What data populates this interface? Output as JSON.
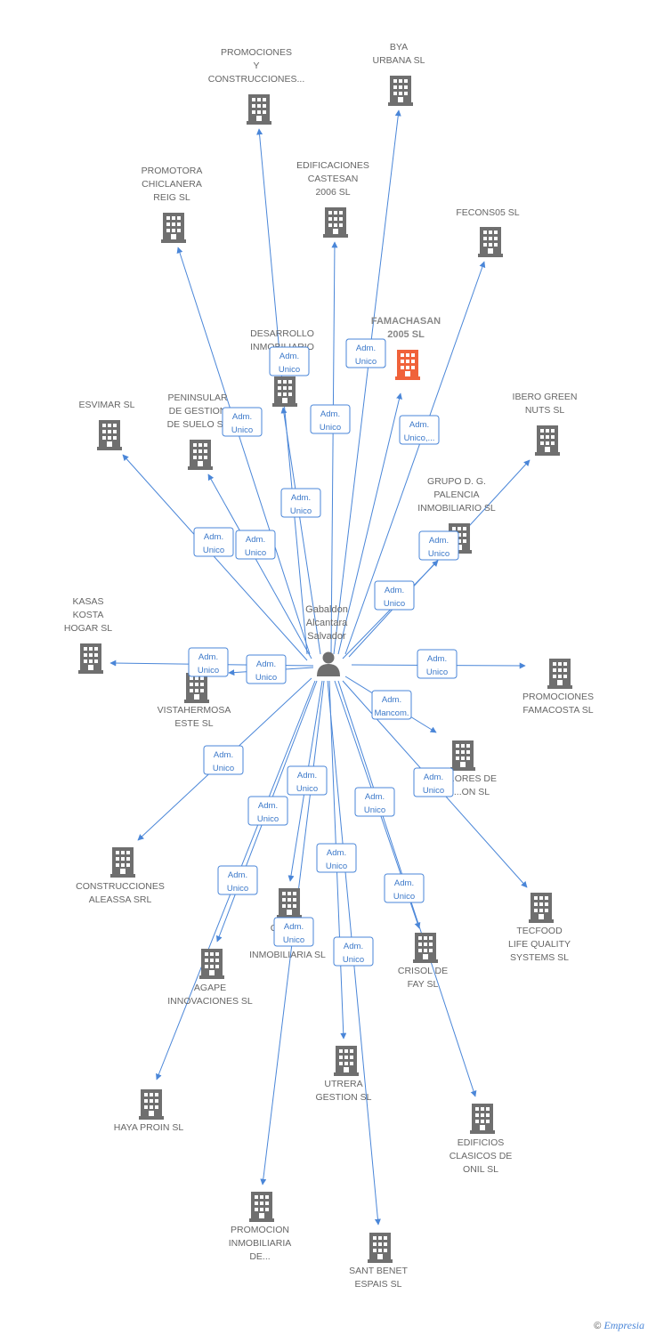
{
  "person": {
    "lines": [
      "Gabaldon",
      "Alcantara",
      "Salvador"
    ]
  },
  "companies": [
    {
      "id": "promociones-construcciones",
      "lines": [
        "PROMOCIONES",
        "Y",
        "CONSTRUCCIONES..."
      ]
    },
    {
      "id": "bya-urbana",
      "lines": [
        "BYA",
        "URBANA SL"
      ]
    },
    {
      "id": "promotora-chiclanera",
      "lines": [
        "PROMOTORA",
        "CHICLANERA",
        "REIG SL"
      ]
    },
    {
      "id": "edificaciones-castesan",
      "lines": [
        "EDIFICACIONES",
        "CASTESAN",
        "2006 SL"
      ]
    },
    {
      "id": "fecons05",
      "lines": [
        "FECONS05 SL"
      ]
    },
    {
      "id": "famachasan",
      "lines": [
        "FAMACHASAN",
        "2005 SL"
      ],
      "highlight": true
    },
    {
      "id": "desarrollo-inmobiliario",
      "lines": [
        "DESARROLLO",
        "INMOBILIARIO",
        "LEO..."
      ]
    },
    {
      "id": "esvimar",
      "lines": [
        "ESVIMAR SL"
      ]
    },
    {
      "id": "peninsular-gestion",
      "lines": [
        "PENINSULAR",
        "DE GESTION",
        "DE SUELO SL"
      ]
    },
    {
      "id": "ibero-green",
      "lines": [
        "IBERO GREEN",
        "NUTS SL"
      ]
    },
    {
      "id": "grupo-dg-palencia",
      "lines": [
        "GRUPO D. G.",
        "PALENCIA",
        "INMOBILIARIO SL"
      ]
    },
    {
      "id": "kasas-kosta",
      "lines": [
        "KASAS",
        "KOSTA",
        "HOGAR SL"
      ]
    },
    {
      "id": "vistahermosa",
      "lines": [
        "VISTAHERMOSA",
        "ESTE SL"
      ]
    },
    {
      "id": "promociones-famacosta",
      "lines": [
        "PROMOCIONES",
        "FAMACOSTA SL"
      ]
    },
    {
      "id": "constructores",
      "lines": [
        "...ORES DE",
        "...ON SL"
      ]
    },
    {
      "id": "construcciones-aleassa",
      "lines": [
        "CONSTRUCCIONES",
        "ALEASSA SRL"
      ]
    },
    {
      "id": "tecfood",
      "lines": [
        "TECFOOD",
        "LIFE QUALITY",
        "SYSTEMS SL"
      ]
    },
    {
      "id": "costa-inmobiliaria",
      "lines": [
        "COS...A",
        "G...",
        "INMOBILIARIA SL"
      ]
    },
    {
      "id": "crisol-de-fay",
      "lines": [
        "CRISOL DE",
        "FAY SL"
      ]
    },
    {
      "id": "agape",
      "lines": [
        "AGAPE",
        "INNOVACIONES SL"
      ]
    },
    {
      "id": "utrera-gestion",
      "lines": [
        "UTRERA",
        "GESTION SL"
      ]
    },
    {
      "id": "haya-proin",
      "lines": [
        "HAYA PROIN SL"
      ]
    },
    {
      "id": "edificios-clasicos",
      "lines": [
        "EDIFICIOS",
        "CLASICOS DE",
        "ONIL SL"
      ]
    },
    {
      "id": "promocion-inmobiliaria",
      "lines": [
        "PROMOCION",
        "INMOBILIARIA",
        "DE..."
      ]
    },
    {
      "id": "sant-benet",
      "lines": [
        "SANT BENET",
        "ESPAIS SL"
      ]
    }
  ],
  "relations": [
    {
      "to": "promociones-construcciones",
      "lines": [
        "Adm.",
        "Unico"
      ]
    },
    {
      "to": "bya-urbana",
      "lines": [
        "Adm.",
        "Unico"
      ]
    },
    {
      "to": "promotora-chiclanera",
      "lines": [
        "Adm.",
        "Unico"
      ]
    },
    {
      "to": "edificaciones-castesan",
      "lines": [
        "Adm.",
        "Unico"
      ]
    },
    {
      "to": "fecons05",
      "lines": [
        "Adm.",
        "Unico,..."
      ]
    },
    {
      "to": "famachasan",
      "lines": [
        "Adm.",
        "Unico"
      ]
    },
    {
      "to": "desarrollo-inmobiliario",
      "lines": [
        "Adm.",
        "Unico"
      ]
    },
    {
      "to": "esvimar",
      "lines": [
        "Adm.",
        "Unico"
      ]
    },
    {
      "to": "peninsular-gestion",
      "lines": [
        "Adm.",
        "Unico"
      ]
    },
    {
      "to": "ibero-green",
      "lines": [
        "Adm.",
        "Unico"
      ]
    },
    {
      "to": "grupo-dg-palencia",
      "lines": [
        "Adm.",
        "Unico"
      ]
    },
    {
      "to": "kasas-kosta",
      "lines": [
        "Adm.",
        "Unico"
      ]
    },
    {
      "to": "vistahermosa",
      "lines": [
        "Adm.",
        "Unico"
      ]
    },
    {
      "to": "promociones-famacosta",
      "lines": [
        "Adm.",
        "Unico"
      ]
    },
    {
      "to": "constructores",
      "lines": [
        "Adm.",
        "Mancom."
      ]
    },
    {
      "to": "construcciones-aleassa",
      "lines": [
        "Adm.",
        "Unico"
      ]
    },
    {
      "to": "tecfood",
      "lines": [
        "Adm.",
        "Unico"
      ]
    },
    {
      "to": "costa-inmobiliaria",
      "lines": [
        "Adm.",
        "Unico"
      ]
    },
    {
      "to": "crisol-de-fay",
      "lines": [
        "Adm.",
        "Unico"
      ]
    },
    {
      "to": "agape",
      "lines": [
        "Adm.",
        "Unico"
      ]
    },
    {
      "to": "utrera-gestion",
      "lines": [
        "Adm.",
        "Unico"
      ]
    },
    {
      "to": "haya-proin",
      "lines": [
        "Adm.",
        "Unico"
      ]
    },
    {
      "to": "edificios-clasicos",
      "lines": [
        "Adm.",
        "Unico"
      ]
    },
    {
      "to": "promocion-inmobiliaria",
      "lines": [
        "Adm.",
        "Unico"
      ]
    },
    {
      "to": "sant-benet",
      "lines": [
        "Adm.",
        "Unico"
      ]
    }
  ],
  "colors": {
    "edge": "#4a86d8",
    "building": "#6f6f6f",
    "highlight": "#f0623a",
    "person": "#6f6f6f"
  },
  "icons": {
    "company": "building-icon",
    "person": "person-icon"
  },
  "footer": {
    "copyright": "©",
    "brand": "Empresia"
  }
}
